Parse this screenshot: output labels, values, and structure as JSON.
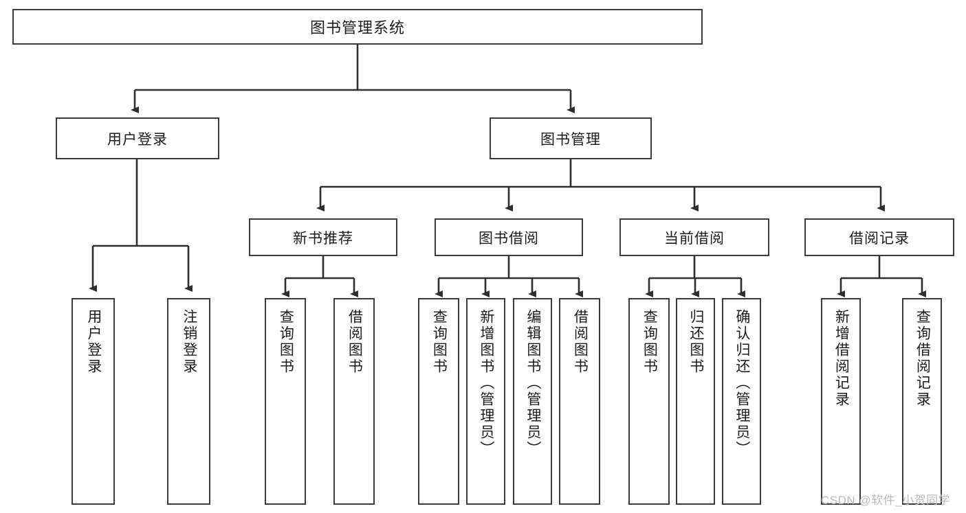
{
  "diagram": {
    "type": "tree-hierarchy",
    "title": "图书管理系统",
    "orientation": "top-down",
    "colors": {
      "background": "#ffffff",
      "box_border": "#3a3a3a",
      "box_fill": "#ffffff",
      "text": "#1b1b1b",
      "edge": "#2e2e2e",
      "watermark": "#b9b9b9"
    }
  },
  "root": {
    "label": "图书管理系统"
  },
  "level1": [
    {
      "id": "user-login",
      "label": "用户登录"
    },
    {
      "id": "book-management",
      "label": "图书管理"
    }
  ],
  "level2": [
    {
      "id": "new-book-recommend",
      "label": "新书推荐",
      "parent": "book-management"
    },
    {
      "id": "book-borrow",
      "label": "图书借阅",
      "parent": "book-management"
    },
    {
      "id": "current-borrow",
      "label": "当前借阅",
      "parent": "book-management"
    },
    {
      "id": "borrow-record",
      "label": "借阅记录",
      "parent": "book-management"
    }
  ],
  "leaves": {
    "user_login": [
      {
        "id": "leaf-user-login",
        "label": "用户登录"
      },
      {
        "id": "leaf-logout",
        "label": "注销登录"
      }
    ],
    "new_book_recommend": [
      {
        "id": "leaf-query-book-1",
        "label": "查询图书"
      },
      {
        "id": "leaf-borrow-book-1",
        "label": "借阅图书"
      }
    ],
    "book_borrow": [
      {
        "id": "leaf-query-book-2",
        "label": "查询图书"
      },
      {
        "id": "leaf-add-book",
        "label": "新增图书（管理员）"
      },
      {
        "id": "leaf-edit-book",
        "label": "编辑图书（管理员）"
      },
      {
        "id": "leaf-borrow-book-2",
        "label": "借阅图书"
      }
    ],
    "current_borrow": [
      {
        "id": "leaf-query-book-3",
        "label": "查询图书"
      },
      {
        "id": "leaf-return-book",
        "label": "归还图书"
      },
      {
        "id": "leaf-confirm-return",
        "label": "确认归还（管理员）"
      }
    ],
    "borrow_record": [
      {
        "id": "leaf-add-record",
        "label": "新增借阅记录"
      },
      {
        "id": "leaf-query-record",
        "label": "查询借阅记录"
      }
    ]
  },
  "watermark": {
    "text": "CSDN @软件_小贺同学"
  }
}
